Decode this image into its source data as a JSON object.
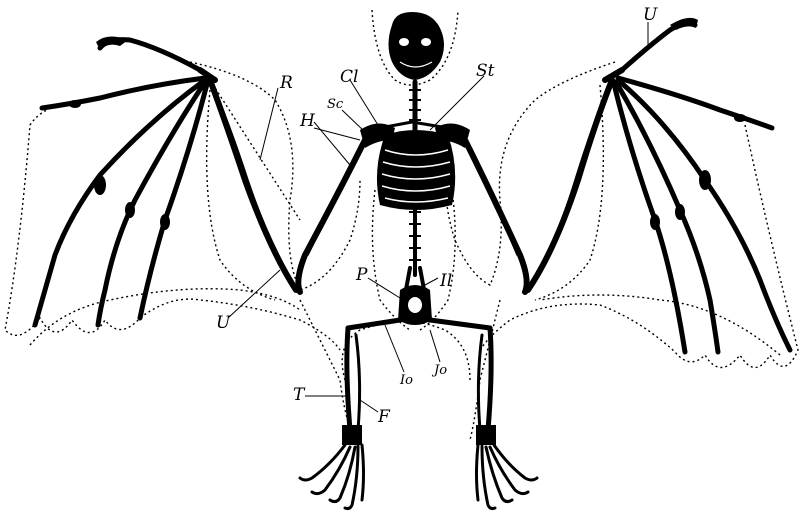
{
  "labels": {
    "R": "R",
    "Cl": "Cl",
    "Sc": "Sc",
    "St": "St",
    "H": "H",
    "U_left": "U",
    "U_right": "U",
    "P": "P",
    "Il": "Il",
    "Io": "Io",
    "Jo": "Jo",
    "T": "T",
    "F": "F"
  }
}
